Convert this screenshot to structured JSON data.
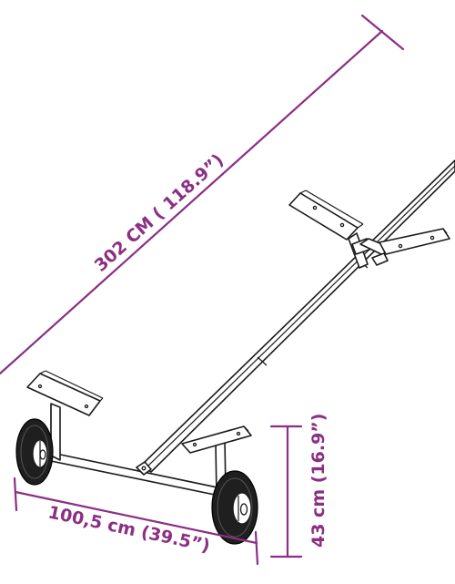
{
  "colors": {
    "dimension": "#8b2f83",
    "frame_stroke": "#1a1a1a",
    "tire": "#1f1f1f"
  },
  "dimensions": {
    "overall_length": "302 CM ( 118.9”)",
    "width": "100,5 cm (39.5”)",
    "height": "43 cm (16.9”)"
  }
}
